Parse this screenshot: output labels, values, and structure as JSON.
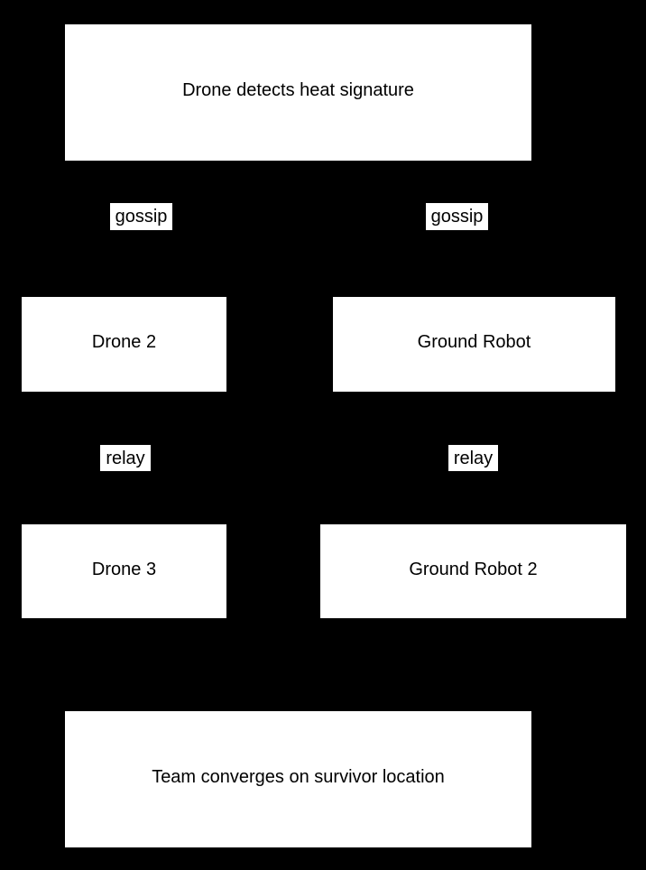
{
  "diagram": {
    "type": "flow-graph",
    "orientation": "top-down",
    "background_color": "#000000",
    "node_fill_color": "#ffffff",
    "node_text_color": "#000000",
    "edge_color": "#000000",
    "nodes": [
      {
        "id": "detect",
        "label": "Drone detects heat signature"
      },
      {
        "id": "drone2",
        "label": "Drone 2"
      },
      {
        "id": "ground",
        "label": "Ground Robot"
      },
      {
        "id": "drone3",
        "label": "Drone 3"
      },
      {
        "id": "ground2",
        "label": "Ground Robot 2"
      },
      {
        "id": "converge",
        "label": "Team converges on survivor location"
      }
    ],
    "edges": [
      {
        "from": "detect",
        "to": "drone2",
        "label": "gossip"
      },
      {
        "from": "detect",
        "to": "ground",
        "label": "gossip"
      },
      {
        "from": "drone2",
        "to": "drone3",
        "label": "relay"
      },
      {
        "from": "ground",
        "to": "ground2",
        "label": "relay"
      },
      {
        "from": "drone3",
        "to": "converge",
        "label": ""
      },
      {
        "from": "ground2",
        "to": "converge",
        "label": ""
      }
    ]
  }
}
